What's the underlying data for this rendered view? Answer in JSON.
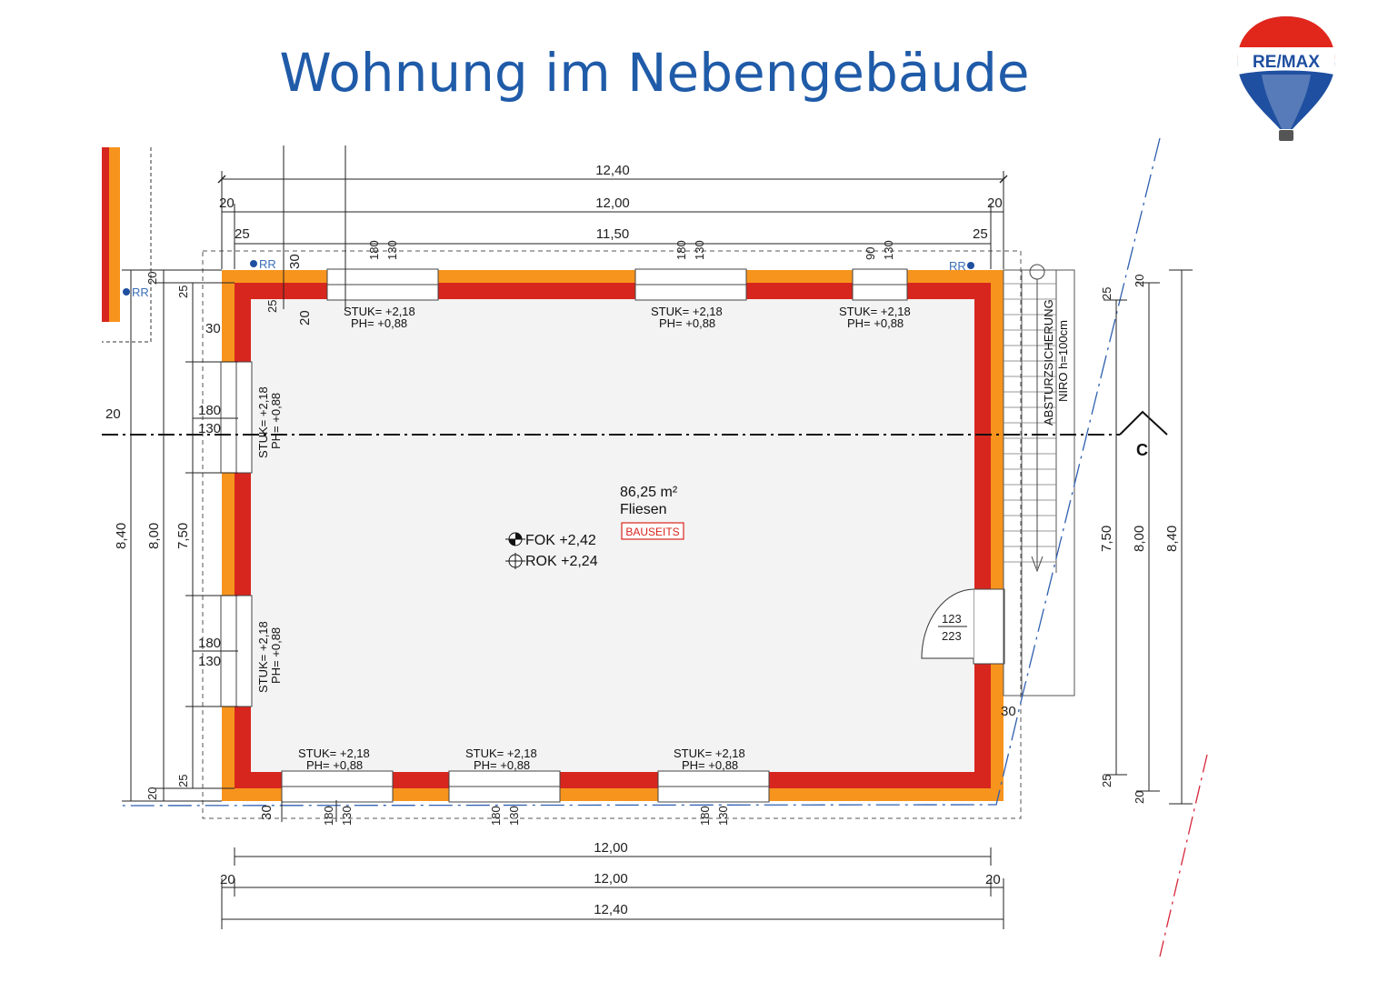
{
  "title": "Wohnung im Nebengebäude",
  "logo": {
    "text": "RE/MAX",
    "icon": "balloon-logo-icon"
  },
  "room": {
    "area": "86,25 m²",
    "floor": "Fliesen",
    "tag": "BAUSEITS",
    "fok": "FOK +2,42",
    "rok": "ROK +2,24"
  },
  "dims": {
    "top_total": "12,40",
    "top_inner": "12,00",
    "top_clear": "11,50",
    "top_left_20": "20",
    "top_right_20": "20",
    "top_left_25": "25",
    "top_right_25": "25",
    "w1_a": "180",
    "w1_b": "130",
    "w2_a": "180",
    "w2_b": "130",
    "w3_a": "90",
    "w3_b": "130",
    "corner_30": "30",
    "corner_25": "25",
    "corner_20": "20",
    "left_20_top": "20",
    "left_25_top": "25",
    "left_30": "30",
    "left_w1_a": "180",
    "left_w1_b": "130",
    "left_w2_a": "180",
    "left_w2_b": "130",
    "left_840": "8,40",
    "left_800": "8,00",
    "left_750": "7,50",
    "left_25_bottom": "25",
    "left_20_bottom": "20",
    "left_20_mid": "20",
    "right_840": "8,40",
    "right_800": "8,00",
    "right_750": "7,50",
    "right_20_top": "20",
    "right_25_top": "25",
    "right_25_bottom": "25",
    "right_20_bottom": "20",
    "door_a": "123",
    "door_b": "223",
    "door_30": "30",
    "bot_30": "30",
    "bw1_a": "180",
    "bw1_b": "130",
    "bw2_a": "180",
    "bw2_b": "130",
    "bw3_a": "180",
    "bw3_b": "130",
    "bot_clear": "12,00",
    "bot_inner": "12,00",
    "bot_total": "12,40",
    "bot_left_20": "20",
    "bot_right_20": "20"
  },
  "windows": {
    "top1_stuk": "STUK= +2,18",
    "top1_ph": "PH= +0,88",
    "top2_stuk": "STUK= +2,18",
    "top2_ph": "PH= +0,88",
    "top3_stuk": "STUK= +2,18",
    "top3_ph": "PH= +0,88",
    "left1_stuk": "STUK= +2,18",
    "left1_ph": "PH= +0,88",
    "left2_stuk": "STUK= +2,18",
    "left2_ph": "PH= +0,88",
    "bot1_stuk": "STUK= +2,18",
    "bot1_ph": "PH= +0,88",
    "bot2_stuk": "STUK= +2,18",
    "bot2_ph": "PH= +0,88",
    "bot3_stuk": "STUK= +2,18",
    "bot3_ph": "PH= +0,88"
  },
  "markers": {
    "rr_left": "RR",
    "rr_right": "RR",
    "rr_outer": "RR",
    "section": "C"
  },
  "stair": {
    "line1": "ABSTURZSICHERUNG",
    "line2": "NIRO h=100cm"
  },
  "colors": {
    "title": "#1f5ba8",
    "wall_outer": "#f7941d",
    "wall_inner": "#d7261e",
    "floor": "#f3f3f3"
  }
}
